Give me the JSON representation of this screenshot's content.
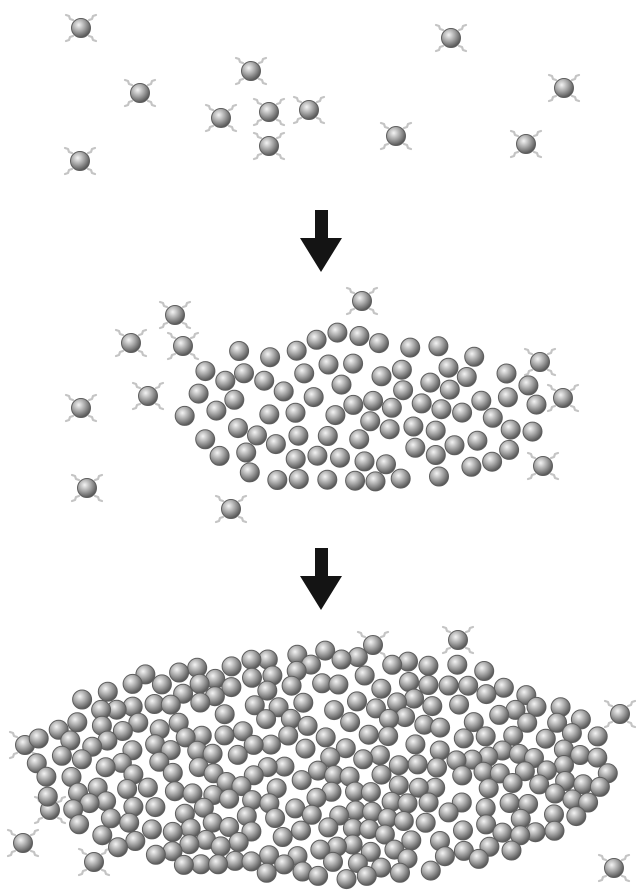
{
  "colors": {
    "background": "#ffffff",
    "particle_core_light": "#f4f4f4",
    "particle_core_mid": "#a9a9a9",
    "particle_core_dark": "#4a4a4a",
    "particle_outline": "#5e5e5e",
    "ligand": "#c4c4c4",
    "arrow": "#141414"
  },
  "stages": [
    {
      "id": "dispersed",
      "description_counts": {
        "particles": 14
      }
    },
    {
      "id": "aggregating",
      "description_counts": {
        "particles": 120
      }
    },
    {
      "id": "assembled",
      "description_counts": {
        "particles": 400
      }
    }
  ],
  "arrows": [
    {
      "id": "arrow-1",
      "direction": "down"
    },
    {
      "id": "arrow-2",
      "direction": "down"
    }
  ],
  "icons": {
    "particle": "ligand-capped-nanoparticle-icon",
    "arrow": "down-arrow-icon"
  }
}
